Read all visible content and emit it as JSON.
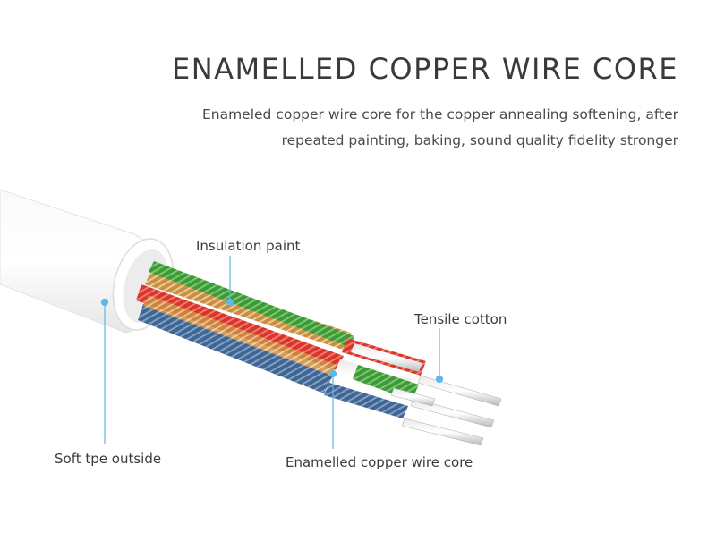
{
  "title": "ENAMELLED COPPER WIRE CORE",
  "subtitle": {
    "line1": "Enameled copper wire core for the copper annealing softening, after",
    "line2": "repeated painting, baking, sound quality fidelity stronger"
  },
  "callouts": {
    "insulation_paint": "Insulation paint",
    "tensile_cotton": "Tensile cotton",
    "soft_tpe_outside": "Soft tpe outside",
    "enamelled_core": "Enamelled copper wire core"
  },
  "colors": {
    "leader_line": "#5bb8e8",
    "wire_green": "#3d9a3a",
    "wire_red": "#d8362c",
    "wire_gold": "#d6a35a",
    "wire_blue": "#4a6e9a",
    "jacket": "#f4f4f4"
  }
}
